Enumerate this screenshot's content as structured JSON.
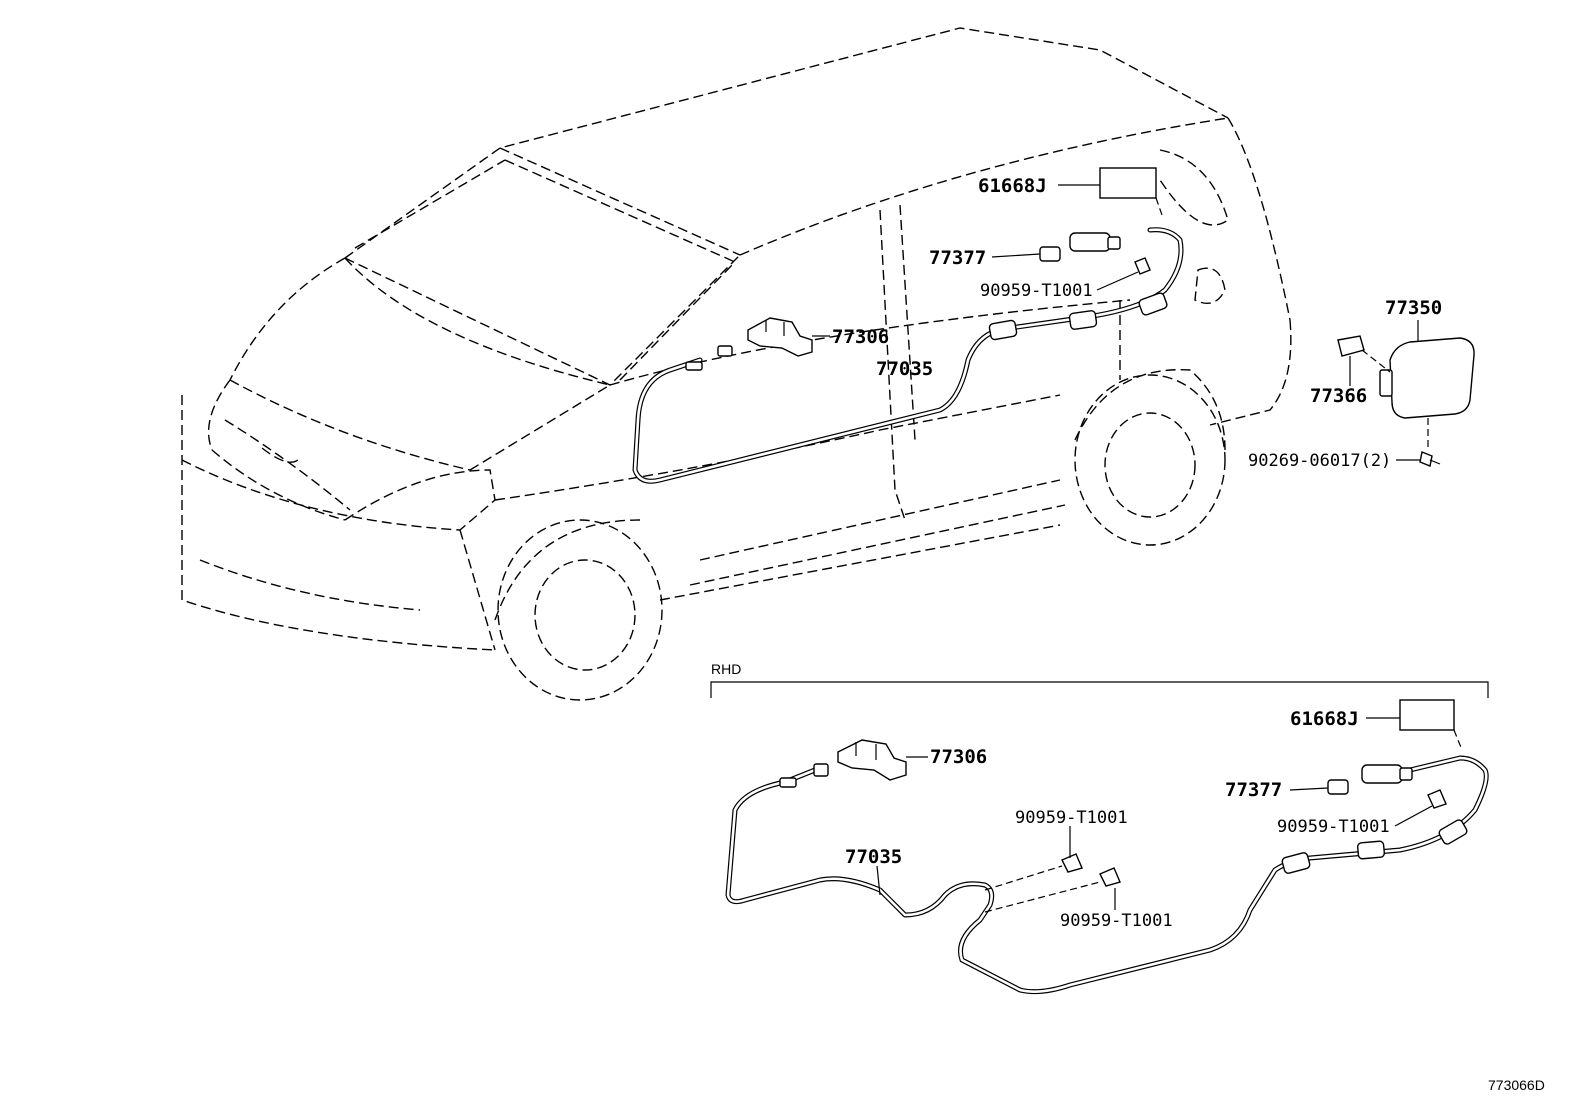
{
  "labels": {
    "top_61668J": "61668J",
    "top_77377": "77377",
    "top_90959_T1001": "90959-T1001",
    "top_77306": "77306",
    "top_77035": "77035",
    "top_77350": "77350",
    "top_77366": "77366",
    "top_90269": "90269-06017(2)",
    "rhd_title": "RHD",
    "rhd_61668J": "61668J",
    "rhd_77306": "77306",
    "rhd_77377": "77377",
    "rhd_90959_a": "90959-T1001",
    "rhd_90959_b": "90959-T1001",
    "rhd_90959_c": "90959-T1001",
    "rhd_77035": "77035",
    "diagram_code": "773066D"
  }
}
